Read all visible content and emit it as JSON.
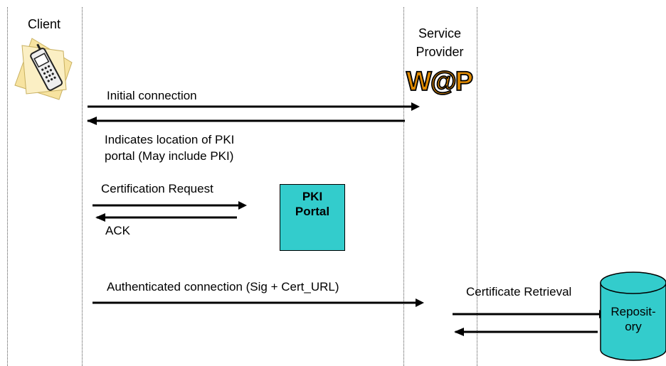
{
  "lanes": {
    "client": "Client",
    "service_provider": "Service\nProvider"
  },
  "icons": {
    "phone": "mobile-phone-icon",
    "wap": "wap-logo-icon",
    "wap_text": "W@P"
  },
  "messages": {
    "initial_connection": "Initial connection",
    "indicates_location": "Indicates location of PKI\nportal (May include PKI)",
    "certification_request": "Certification Request",
    "ack": "ACK",
    "authenticated_connection": "Authenticated connection (Sig + Cert_URL)",
    "certificate_retrieval": "Certificate Retrieval"
  },
  "nodes": {
    "pki_portal": "PKI\nPortal",
    "repository": "Reposit-\nory"
  },
  "colors": {
    "pki_box": "#33cccc",
    "repository": "#33cccc",
    "wap_orange": "#e08a00",
    "phone_note": "#f7e3a0"
  }
}
